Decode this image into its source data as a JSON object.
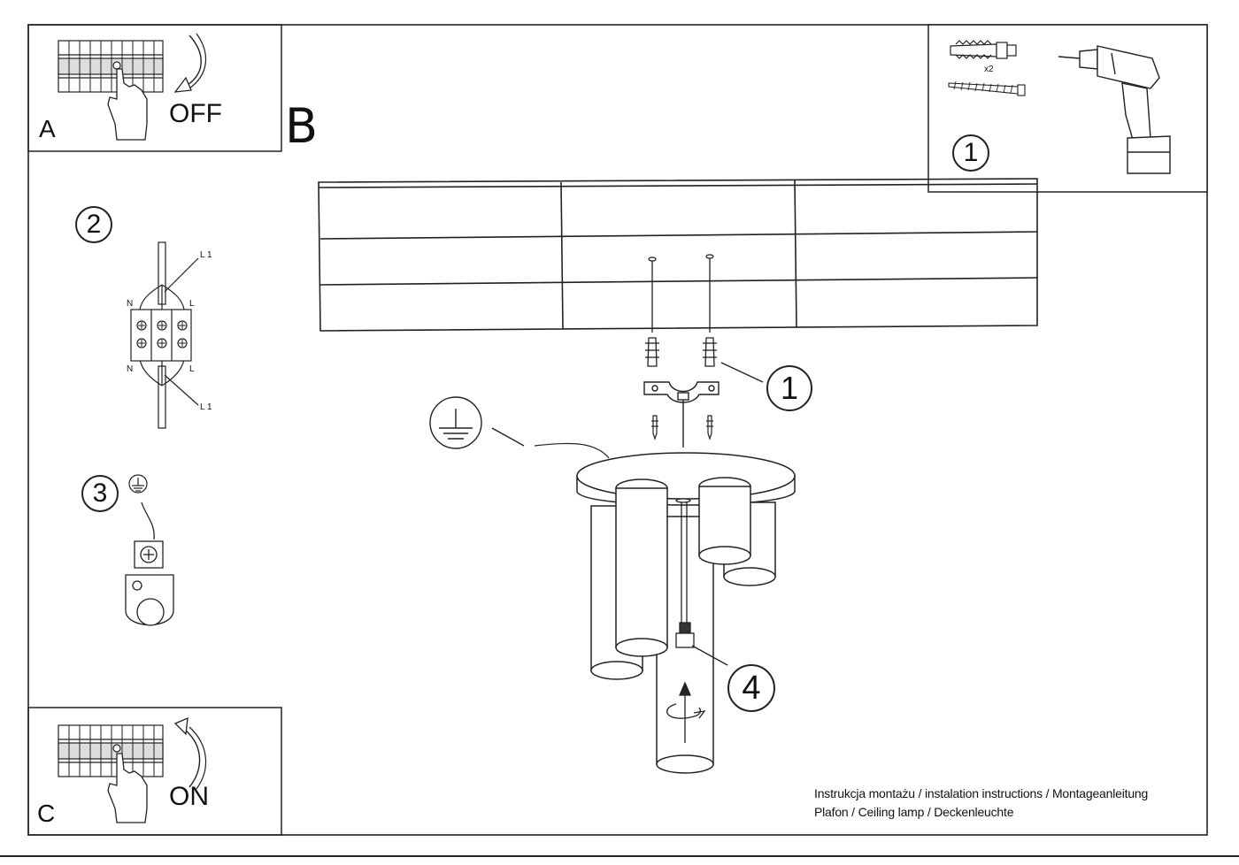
{
  "panels": {
    "a": {
      "letter": "A",
      "state": "OFF"
    },
    "b": {
      "letter": "B"
    },
    "c": {
      "letter": "C",
      "state": "ON"
    }
  },
  "steps": {
    "tools": "1",
    "mount": "1",
    "wiring": "2",
    "ground": "3",
    "bulb": "4"
  },
  "hardware": {
    "quantity": "x2"
  },
  "wiring_labels": {
    "l1_top": "L 1",
    "l1_bottom": "L 1",
    "n_top": "N",
    "n_bottom": "N",
    "l_top": "L",
    "l_bottom": "L"
  },
  "icons": [
    "breaker-panel-icon",
    "hand-icon",
    "rotate-arrow-icon",
    "drill-icon",
    "wall-plug-icon",
    "screw-icon",
    "ground-symbol-icon",
    "terminal-block-icon",
    "mounting-bracket-icon",
    "ceiling-lamp-icon"
  ],
  "footer": {
    "line1": "Instrukcja montażu / instalation instructions / Montageanleitung",
    "line2": "Plafon / Ceiling lamp / Deckenleuchte"
  }
}
